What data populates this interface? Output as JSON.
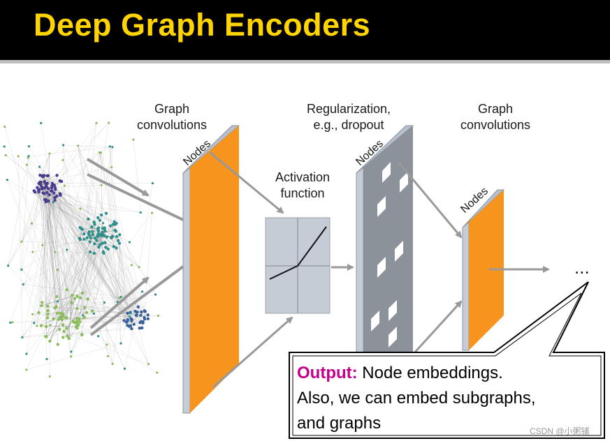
{
  "slide": {
    "title": "Deep Graph Encoders",
    "watermark": "CSDN @小粥铺"
  },
  "diagram": {
    "labels": {
      "graph_conv_1_line1": "Graph",
      "graph_conv_1_line2": "convolutions",
      "regularization_line1": "Regularization,",
      "regularization_line2": "e.g., dropout",
      "graph_conv_2_line1": "Graph",
      "graph_conv_2_line2": "convolutions",
      "activation_line1": "Activation",
      "activation_line2": "function",
      "nodes_1": "Nodes",
      "nodes_2": "Nodes",
      "nodes_3": "Nodes",
      "ellipsis": "..."
    },
    "colors": {
      "orange_layer": "#f7941d",
      "gray_layer": "#8c9299",
      "panel_side": "#c5ccd6",
      "arrow": "#999999",
      "cluster_purple": "#4b3b8f",
      "cluster_teal": "#2f8f8a",
      "cluster_green": "#8bbd5a",
      "cluster_blue": "#3a5f9a"
    }
  },
  "callout": {
    "label": "Output:",
    "line1_rest": " Node embeddings.",
    "line2": "Also, we can embed subgraphs,",
    "line3": "and graphs"
  }
}
